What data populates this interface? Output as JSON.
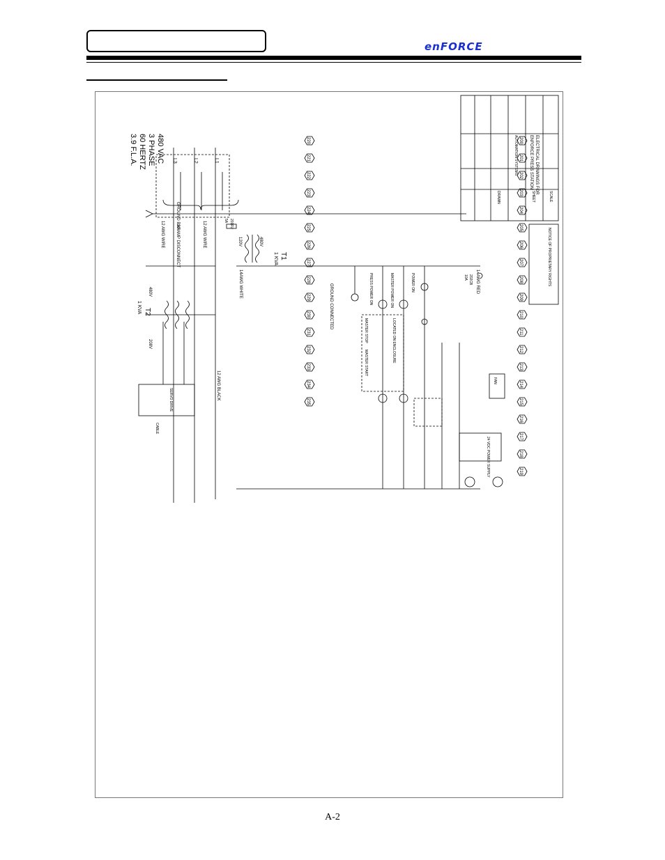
{
  "header": {
    "brand": "enFORCE"
  },
  "footer": {
    "page_number": "A-2"
  },
  "drawing": {
    "supply": {
      "line1": "480 VAC",
      "line2": "3 PHASE",
      "line3": "60 HERTZ",
      "line4": "3.9 F.L.A."
    },
    "phases": [
      "L1",
      "L2",
      "L3"
    ],
    "ground": "GROUND BAR",
    "disconnect": "30 AMP DISCONNECT",
    "wire_labels": {
      "wire1": "12 AWG BLACK",
      "wire2": "12 AWG WIRE",
      "wire3": "12 AWG WIRE",
      "white": "14AWG WHITE",
      "red": "14AWG RED"
    },
    "t1": {
      "name": "T1",
      "rating": "1 KVA",
      "primary": "480V",
      "secondary": "120V"
    },
    "t2": {
      "name": "T2",
      "rating": "1 KVA",
      "primary": "480V",
      "secondary": "208V"
    },
    "fuse1": {
      "id": "201FU",
      "rating": "5A"
    },
    "fuse2": {
      "id": "202CB",
      "rating": "10A"
    },
    "rows_left": [
      "200",
      "201",
      "202",
      "203",
      "204",
      "205",
      "206",
      "207",
      "208",
      "209",
      "210",
      "211",
      "212",
      "213",
      "214",
      "215",
      "216",
      "217",
      "218",
      "219"
    ],
    "rows_right": [
      "220",
      "221",
      "222",
      "223",
      "224",
      "225",
      "226",
      "227",
      "228",
      "229",
      "230",
      "231",
      "232",
      "233",
      "234",
      "235"
    ],
    "labels": {
      "ground_connected": "GROUND CONNECTED",
      "power_on": "POWER ON",
      "master_stop": "MASTER STOP",
      "master_start": "MASTER START",
      "located_on": "LOCATED ON ENCLOSURE",
      "master_power": "MASTER POWER ON",
      "press_power": "PRESS POWER ON",
      "power_supply": "24 VDC POWER SUPPLY",
      "fan": "FAN",
      "servo_drive": "SERVO DRIVE",
      "press_cable": "CABLE"
    },
    "title_block": {
      "company": "AUTOMATION SYSTEMS",
      "title1": "ELECTRICAL DRAWINGS FOR",
      "title2": "ENFORCE PRESS STATION",
      "scale": "SCALE",
      "sheet": "SHEET",
      "drawn": "DRAWN",
      "note": "NOTICE OF PROPRIETARY RIGHTS"
    }
  }
}
